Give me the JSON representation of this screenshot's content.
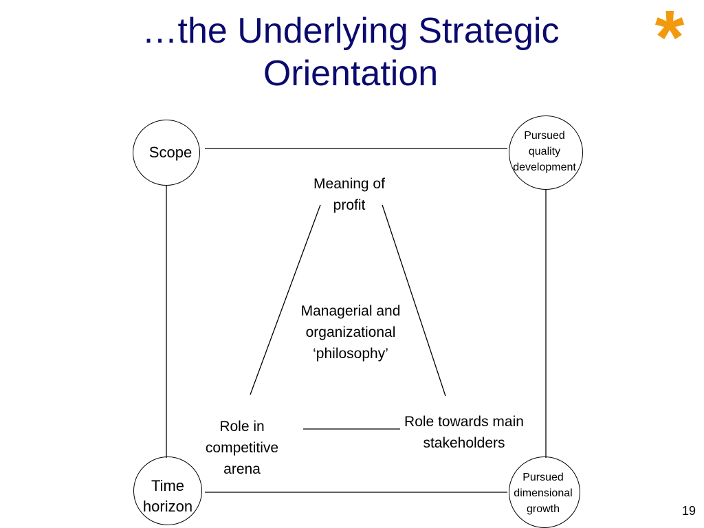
{
  "slide": {
    "title": "…the Underlying Strategic Orientation",
    "title_line1": "…the Underlying Strategic",
    "title_line2": "Orientation",
    "asterisk": "*",
    "asterisk_color": "#f29a0e",
    "title_color": "#0a0a6e",
    "page_number": "19"
  },
  "nodes": {
    "scope": "Scope",
    "pursued_quality": [
      "Pursued",
      "quality",
      "development"
    ],
    "time_horizon": [
      "Time",
      "horizon"
    ],
    "pursued_dimensional": [
      "Pursued",
      "dimensional",
      "growth"
    ]
  },
  "triangle": {
    "top": [
      "Meaning of",
      "profit"
    ],
    "center": [
      "Managerial and",
      "organizational",
      "‘philosophy’"
    ],
    "bottom_left": [
      "Role in",
      "competitive",
      "arena"
    ],
    "bottom_right": [
      "Role towards main",
      "stakeholders"
    ]
  }
}
